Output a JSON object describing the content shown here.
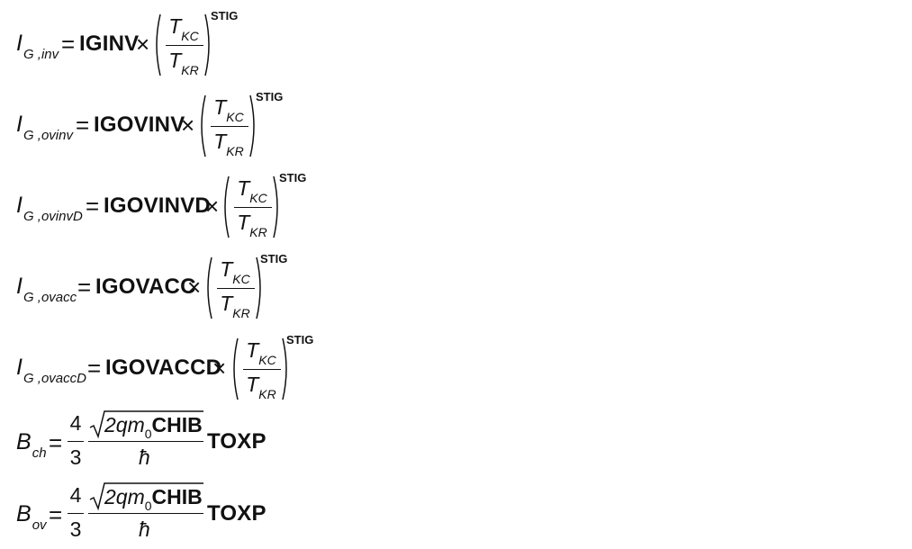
{
  "equations": [
    {
      "lhs_symbol": "I",
      "lhs_sub": "G ,inv",
      "param": "IGINV",
      "ratio_num": "T",
      "ratio_num_sub": "KC",
      "ratio_den": "T",
      "ratio_den_sub": "KR",
      "exponent": "STIG"
    },
    {
      "lhs_symbol": "I",
      "lhs_sub": "G ,ovinv",
      "param": "IGOVINV",
      "ratio_num": "T",
      "ratio_num_sub": "KC",
      "ratio_den": "T",
      "ratio_den_sub": "KR",
      "exponent": "STIG"
    },
    {
      "lhs_symbol": "I",
      "lhs_sub": "G ,ovinvD",
      "param": "IGOVINVD",
      "ratio_num": "T",
      "ratio_num_sub": "KC",
      "ratio_den": "T",
      "ratio_den_sub": "KR",
      "exponent": "STIG"
    },
    {
      "lhs_symbol": "I",
      "lhs_sub": "G ,ovacc",
      "param": "IGOVACC",
      "ratio_num": "T",
      "ratio_num_sub": "KC",
      "ratio_den": "T",
      "ratio_den_sub": "KR",
      "exponent": "STIG"
    },
    {
      "lhs_symbol": "I",
      "lhs_sub": "G ,ovaccD",
      "param": "IGOVACCD",
      "ratio_num": "T",
      "ratio_num_sub": "KC",
      "ratio_den": "T",
      "ratio_den_sub": "KR",
      "exponent": "STIG"
    }
  ],
  "b_equations": [
    {
      "lhs_symbol": "B",
      "lhs_sub": "ch",
      "num": "4",
      "den": "3",
      "rad_text": "2qm",
      "rad_sub": "0",
      "rad_param": "CHIB",
      "hbar": "ħ",
      "tail": "TOXP"
    },
    {
      "lhs_symbol": "B",
      "lhs_sub": "ov",
      "num": "4",
      "den": "3",
      "rad_text": "2qm",
      "rad_sub": "0",
      "rad_param": "CHIB",
      "hbar": "ħ",
      "tail": "TOXP"
    }
  ],
  "symbols": {
    "equals": "=",
    "times": "×"
  }
}
